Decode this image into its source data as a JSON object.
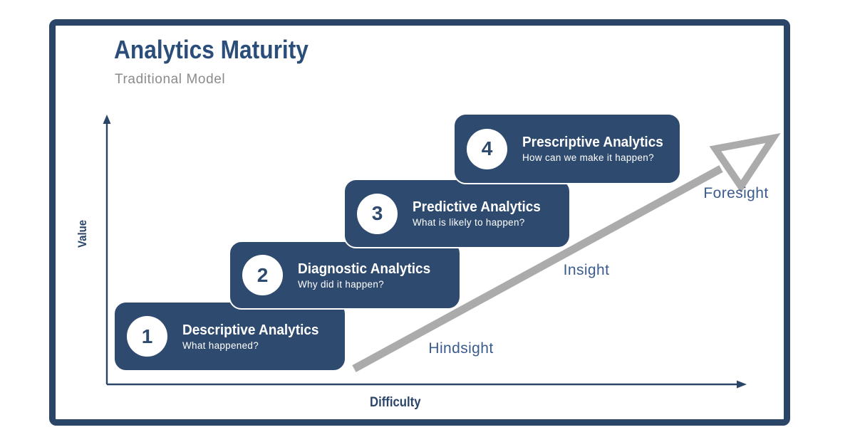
{
  "header": {
    "title": "Analytics Maturity",
    "subtitle": "Traditional Model"
  },
  "axes": {
    "y_label": "Value",
    "x_label": "Difficulty"
  },
  "steps": [
    {
      "number": "1",
      "title": "Descriptive Analytics",
      "question": "What happened?"
    },
    {
      "number": "2",
      "title": "Diagnostic Analytics",
      "question": "Why did it happen?"
    },
    {
      "number": "3",
      "title": "Predictive Analytics",
      "question": "What is likely to happen?"
    },
    {
      "number": "4",
      "title": "Prescriptive Analytics",
      "question": "How can we make it happen?"
    }
  ],
  "arrow_labels": {
    "hindsight": "Hindsight",
    "insight": "Insight",
    "foresight": "Foresight"
  },
  "colors": {
    "frame_navy": "#2B4568",
    "card_navy": "#2E4A6E",
    "title_navy": "#2B4D79",
    "subtitle_gray": "#8B8B8B",
    "arrow_gray": "#ABABAB",
    "sight_label_blue": "#3A5B8D",
    "card_text_white": "#FFFFFF"
  }
}
